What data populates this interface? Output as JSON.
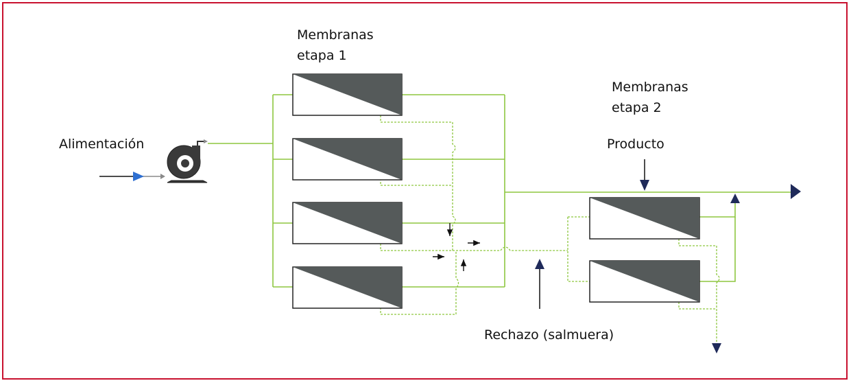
{
  "labels": {
    "feed": "Alimentación",
    "stage1_line1": "Membranas",
    "stage1_line2": "etapa 1",
    "stage2_line1": "Membranas",
    "stage2_line2": "etapa 2",
    "product": "Producto",
    "reject": "Rechazo (salmuera)"
  },
  "colors": {
    "frame": "#c8102e",
    "permeate_line": "#8dc63f",
    "membrane_fill": "#555a5a",
    "arrow_navy": "#1f2a5a",
    "feed_arrow": "#2e6fd1",
    "pump": "#333333"
  },
  "icons": {
    "pump": "centrifugal-pump-icon",
    "flow_arrow": "triangle-arrow-icon"
  }
}
